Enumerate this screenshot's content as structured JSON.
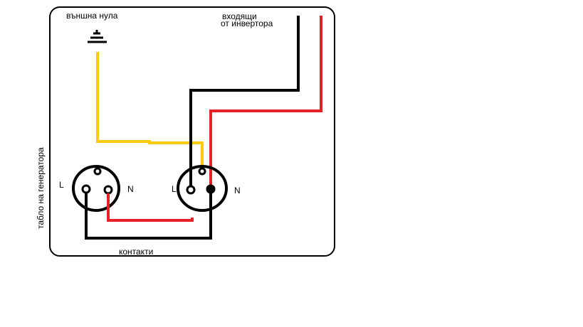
{
  "labels": {
    "external_neutral": "външна нула",
    "incoming_line1": "входящи",
    "incoming_line2": "от инвертора",
    "panel_label": "табло на генератора",
    "contacts": "контакти",
    "socket1_l": "L",
    "socket1_n": "N",
    "socket2_l": "L",
    "socket2_n": "N"
  },
  "colors": {
    "black_wire": "#000000",
    "red_wire": "#e32127",
    "yellow_wire": "#ffc90e",
    "outline": "#000000"
  },
  "icons": {
    "ground": "ground-symbol-icon"
  }
}
